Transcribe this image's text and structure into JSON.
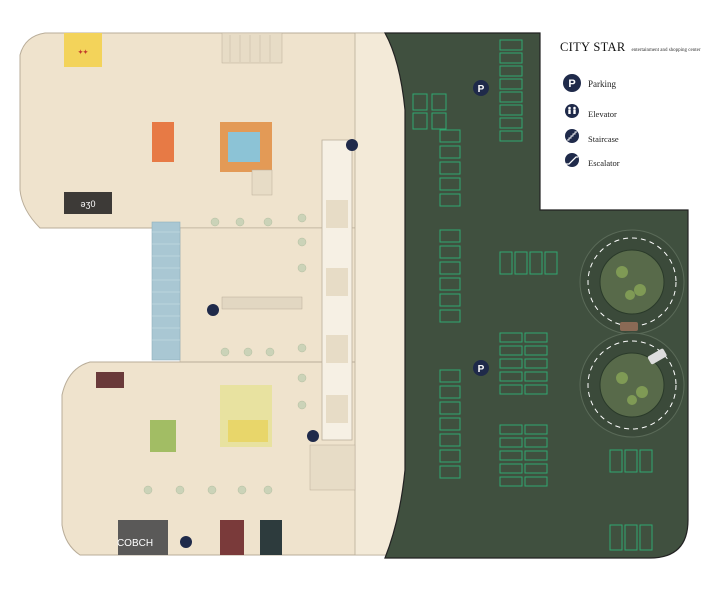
{
  "legend": {
    "title": "CITY STAR",
    "subtitle": "entertainment and shopping center",
    "items": [
      {
        "label": "Parking",
        "icon": "parking-icon",
        "glyph": "P"
      },
      {
        "label": "Elevator",
        "icon": "elevator-icon",
        "glyph": ""
      },
      {
        "label": "Staircase",
        "icon": "staircase-icon",
        "glyph": ""
      },
      {
        "label": "Escalator",
        "icon": "escalator-icon",
        "glyph": ""
      }
    ]
  },
  "map_markers": {
    "parking_glyph": "P"
  },
  "stores": {
    "coach": "COBCH"
  },
  "colors": {
    "mall_floor": "#efe3cd",
    "parking_area": "#40503f",
    "parking_slot": "#2fa870",
    "icon_fill": "#1f2a4a"
  }
}
